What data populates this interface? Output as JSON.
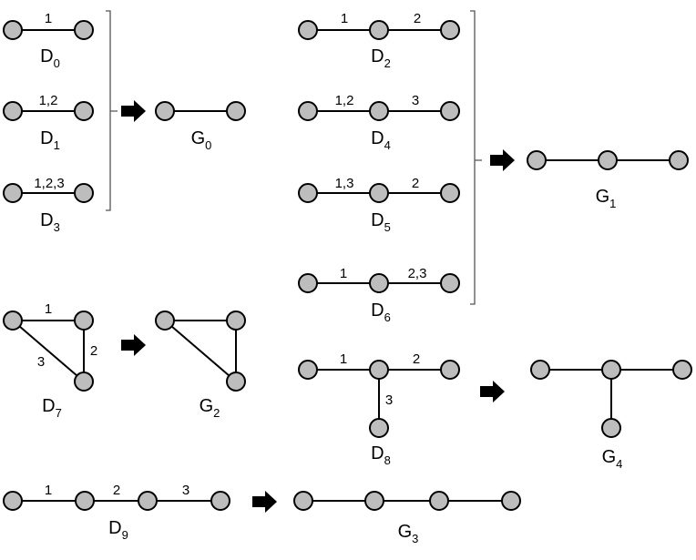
{
  "graphs": {
    "D0": {
      "name": "D",
      "sub": "0",
      "edges": [
        "1"
      ]
    },
    "D1": {
      "name": "D",
      "sub": "1",
      "edges": [
        "1,2"
      ]
    },
    "D3": {
      "name": "D",
      "sub": "3",
      "edges": [
        "1,2,3"
      ]
    },
    "G0": {
      "name": "G",
      "sub": "0"
    },
    "D2": {
      "name": "D",
      "sub": "2",
      "edges": [
        "1",
        "2"
      ]
    },
    "D4": {
      "name": "D",
      "sub": "4",
      "edges": [
        "1,2",
        "3"
      ]
    },
    "D5": {
      "name": "D",
      "sub": "5",
      "edges": [
        "1,3",
        "2"
      ]
    },
    "D6": {
      "name": "D",
      "sub": "6",
      "edges": [
        "1",
        "2,3"
      ]
    },
    "G1": {
      "name": "G",
      "sub": "1"
    },
    "D7": {
      "name": "D",
      "sub": "7",
      "edges": [
        "1",
        "2",
        "3"
      ]
    },
    "G2": {
      "name": "G",
      "sub": "2"
    },
    "D8": {
      "name": "D",
      "sub": "8",
      "edges": [
        "1",
        "2",
        "3"
      ]
    },
    "G4": {
      "name": "G",
      "sub": "4"
    },
    "D9": {
      "name": "D",
      "sub": "9",
      "edges": [
        "1",
        "2",
        "3"
      ]
    },
    "G3": {
      "name": "G",
      "sub": "3"
    }
  }
}
